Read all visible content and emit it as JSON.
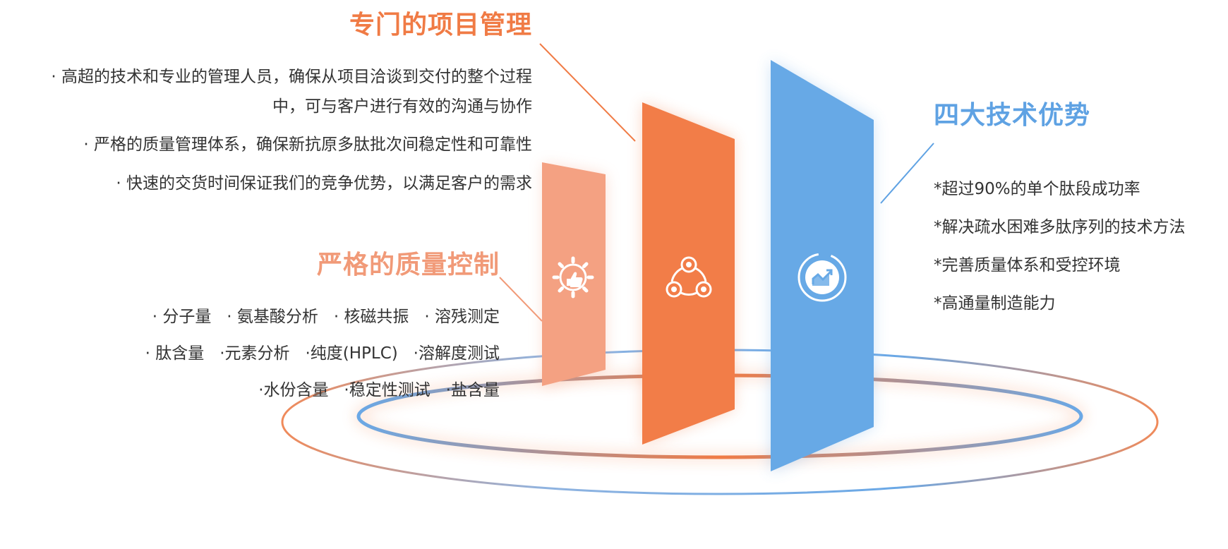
{
  "sections": {
    "project": {
      "title": "专门的项目管理",
      "lines": [
        "· 高超的技术和专业的管理人员，确保从项目洽谈到交付的整个过程",
        "中，可与客户进行有效的沟通与协作",
        "· 严格的质量管理体系，确保新抗原多肽批次间稳定性和可靠性",
        "· 快速的交货时间保证我们的竞争优势，以满足客户的需求"
      ]
    },
    "quality": {
      "title": "严格的质量控制",
      "rows": [
        "· 分子量   · 氨基酸分析   · 核磁共振   · 溶残测定",
        "· 肽含量   ·元素分析   ·纯度(HPLC)   ·溶解度测试",
        "·水份含量   ·稳定性测试   ·盐含量"
      ]
    },
    "tech": {
      "title": "四大技术优势",
      "lines": [
        "*超过90%的单个肽段成功率",
        "*解决疏水困难多肽序列的技术方法",
        "*完善质量体系和受控环境",
        "*高通量制造能力"
      ]
    }
  },
  "icons": {
    "left_panel": "thumbs-up-gear-icon",
    "middle_panel": "collaboration-circles-icon",
    "right_panel": "growth-chart-icon"
  },
  "colors": {
    "orange": "#f07b45",
    "salmon": "#f4a182",
    "blue": "#67a9e6"
  }
}
